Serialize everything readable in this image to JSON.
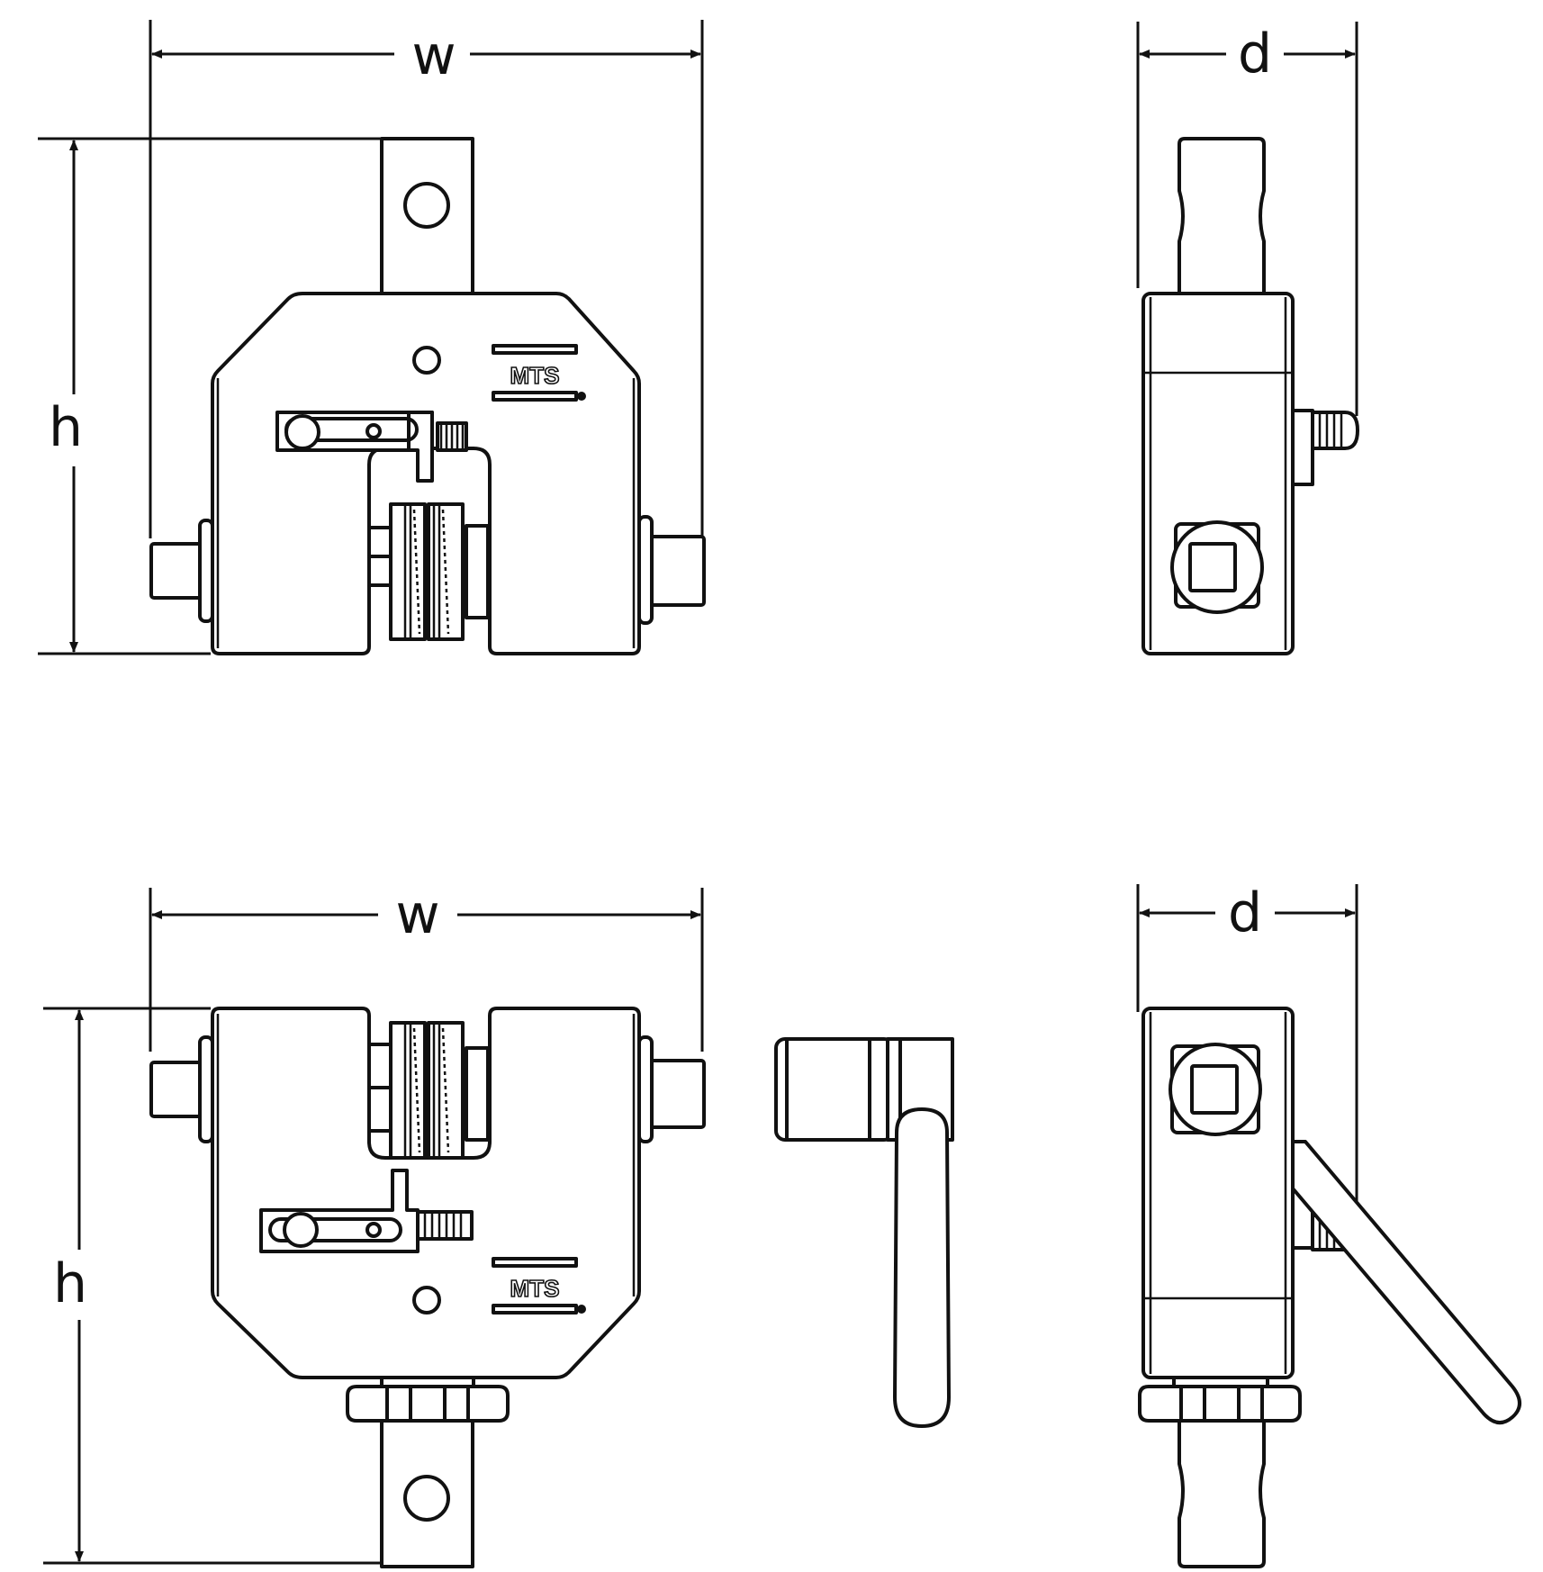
{
  "dimension_labels": {
    "top_front_width": "w",
    "top_front_height": "h",
    "top_side_depth": "d",
    "bottom_front_width": "w",
    "bottom_front_height": "h",
    "bottom_side_depth": "d"
  },
  "logo": {
    "top": "MTS",
    "bottom": "MTS"
  },
  "colors": {
    "line": "#111111",
    "background": "#ffffff"
  }
}
